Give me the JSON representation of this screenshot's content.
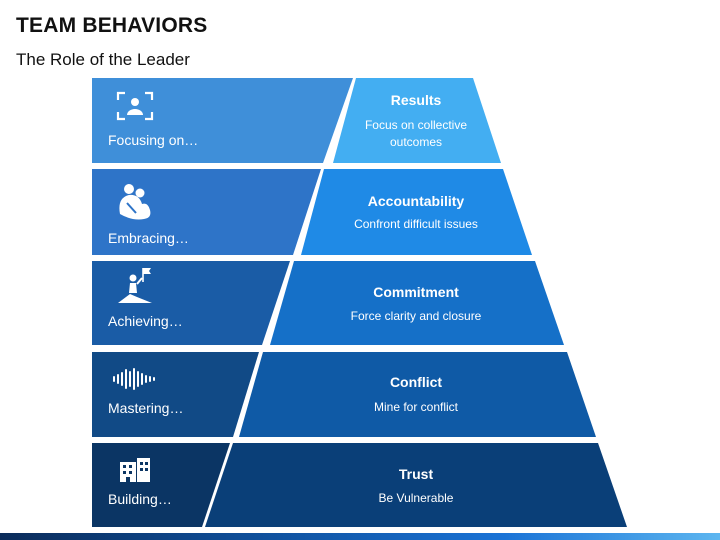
{
  "title": "TEAM BEHAVIORS",
  "subtitle": "The Role of the Leader",
  "tiers": [
    {
      "left_label": "Focusing on…",
      "icon": "focus-person-icon",
      "heading": "Results",
      "desc_lines": [
        "Focus on collective",
        "outcomes"
      ],
      "left_color": "#3f8fd9",
      "right_color": "#43aef2"
    },
    {
      "left_label": "Embracing…",
      "icon": "people-embrace-icon",
      "heading": "Accountability",
      "desc_lines": [
        "Confront difficult issues"
      ],
      "left_color": "#2e74c8",
      "right_color": "#1f8ae6"
    },
    {
      "left_label": "Achieving…",
      "icon": "flag-summit-icon",
      "heading": "Commitment",
      "desc_lines": [
        "Force clarity and closure"
      ],
      "left_color": "#1a5ca6",
      "right_color": "#1570c8"
    },
    {
      "left_label": "Mastering…",
      "icon": "sound-wave-icon",
      "heading": "Conflict",
      "desc_lines": [
        "Mine for conflict"
      ],
      "left_color": "#114a86",
      "right_color": "#0f5aa6"
    },
    {
      "left_label": "Building…",
      "icon": "building-icon",
      "heading": "Trust",
      "desc_lines": [
        "Be Vulnerable"
      ],
      "left_color": "#0b3564",
      "right_color": "#0a3f78"
    }
  ]
}
